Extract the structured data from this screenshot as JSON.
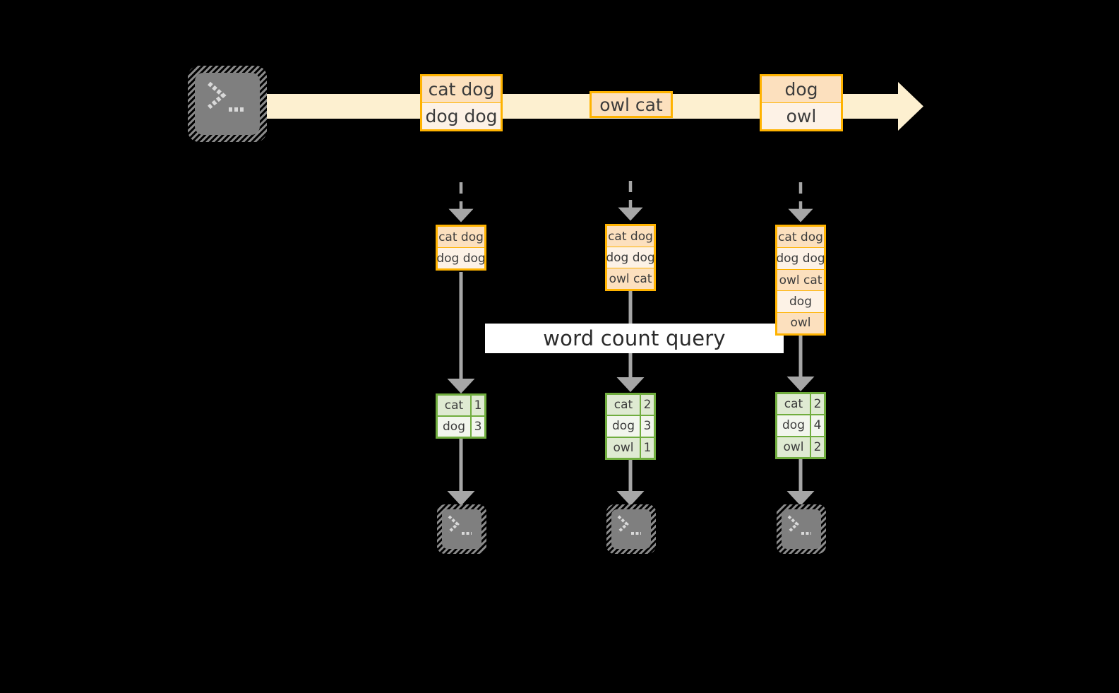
{
  "diagram": {
    "title_label": "word count query",
    "colors": {
      "background": "#000000",
      "stream_arrow": "#FDF0D0",
      "message_border": "#FFB300",
      "message_fill_dark": "#FCE0BE",
      "message_fill_light": "#FDF2E6",
      "table_border": "#70AD3E",
      "table_fill_dark": "#DFEAD2",
      "table_fill_light": "#F2F6ED",
      "arrow_gray": "#A6A6A6",
      "terminal_gray": "#7F7F7F",
      "label_background": "#FFFFFF",
      "text": "#3C3C3C"
    },
    "producer": {
      "icon": "terminal-icon",
      "glyph": ">_"
    },
    "stream": {
      "icon": "stream-arrow-icon",
      "messages": [
        {
          "lines": [
            "cat dog",
            "dog dog"
          ]
        },
        {
          "lines": [
            "owl cat"
          ]
        },
        {
          "lines": [
            "dog",
            "owl"
          ]
        }
      ]
    },
    "snapshots": [
      {
        "name": "snapshot-1",
        "input_lines": [
          "cat dog",
          "dog dog"
        ],
        "results": [
          {
            "word": "cat",
            "count": "1"
          },
          {
            "word": "dog",
            "count": "3"
          }
        ],
        "consumer": {
          "icon": "terminal-icon",
          "glyph": ">_"
        }
      },
      {
        "name": "snapshot-2",
        "input_lines": [
          "cat dog",
          "dog dog",
          "owl cat"
        ],
        "results": [
          {
            "word": "cat",
            "count": "2"
          },
          {
            "word": "dog",
            "count": "3"
          },
          {
            "word": "owl",
            "count": "1"
          }
        ],
        "consumer": {
          "icon": "terminal-icon",
          "glyph": ">_"
        }
      },
      {
        "name": "snapshot-3",
        "input_lines": [
          "cat dog",
          "dog dog",
          "owl cat",
          "dog",
          "owl"
        ],
        "results": [
          {
            "word": "cat",
            "count": "2"
          },
          {
            "word": "dog",
            "count": "4"
          },
          {
            "word": "owl",
            "count": "2"
          }
        ],
        "consumer": {
          "icon": "terminal-icon",
          "glyph": ">_"
        }
      }
    ]
  }
}
